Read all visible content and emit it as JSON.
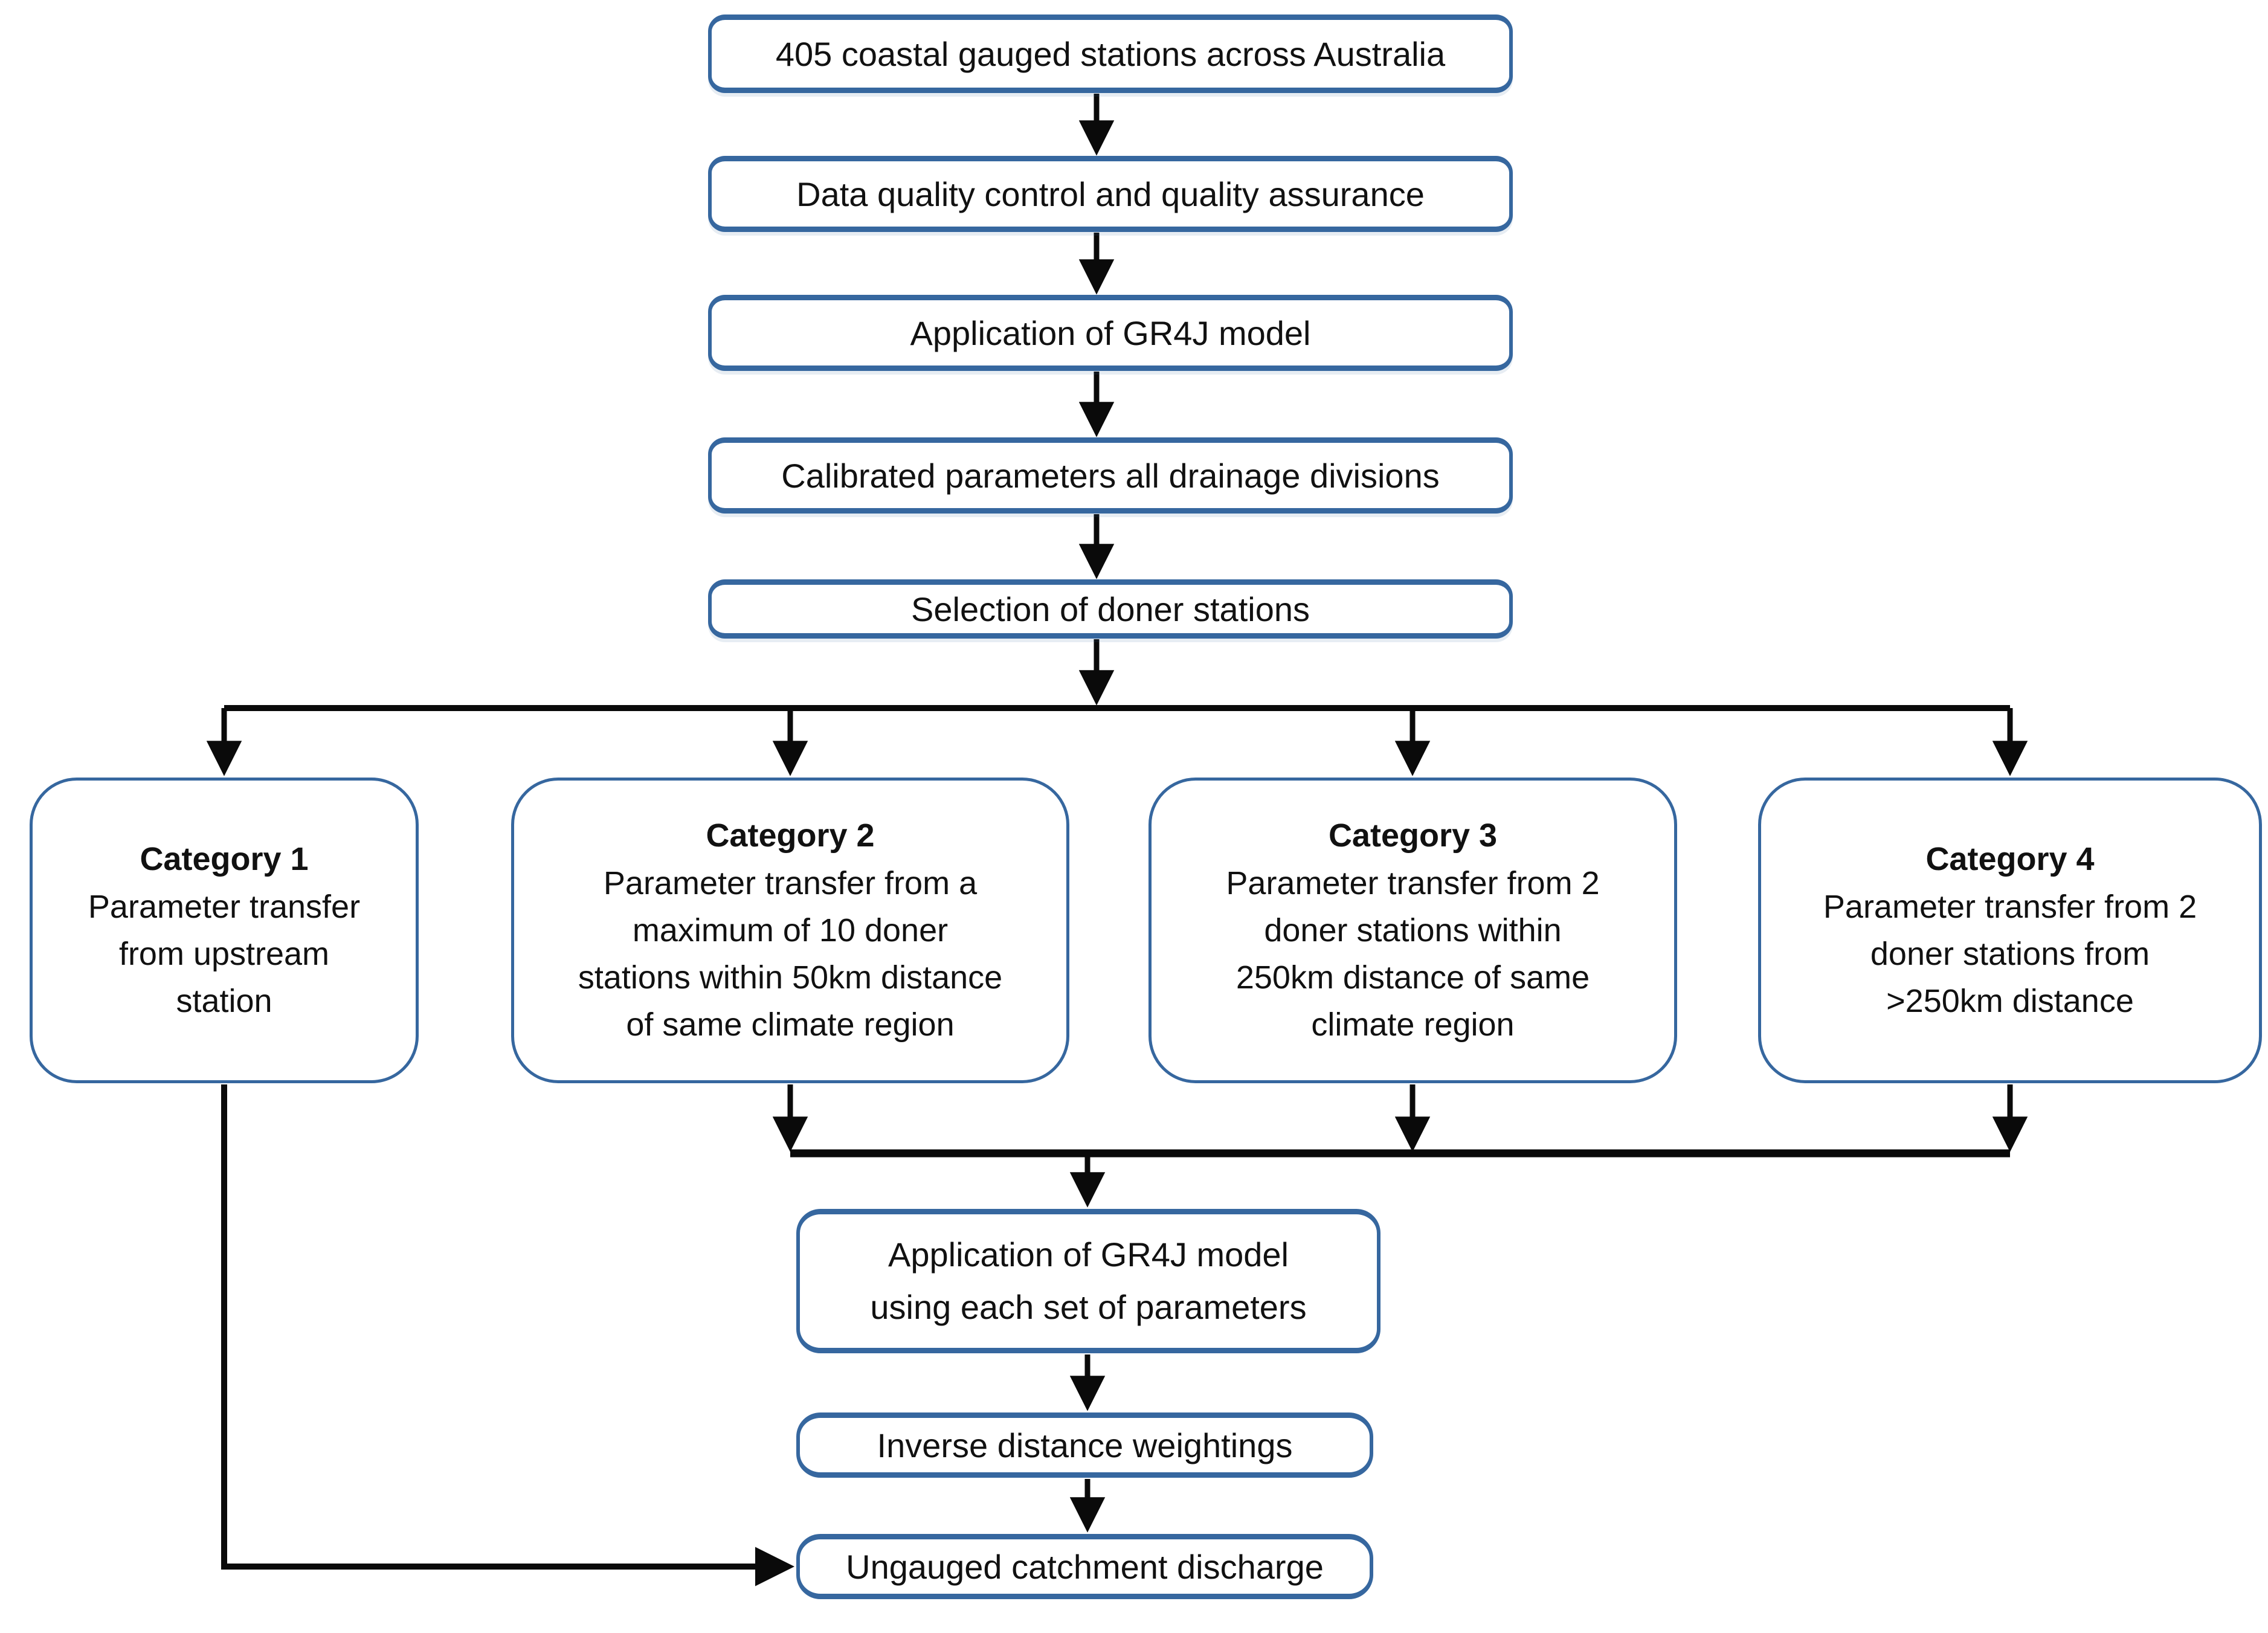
{
  "flow": {
    "top_chain": [
      {
        "label": "405 coastal gauged stations across Australia"
      },
      {
        "label": "Data quality control and quality assurance"
      },
      {
        "label": "Application of GR4J model"
      },
      {
        "label": "Calibrated parameters all drainage divisions"
      },
      {
        "label": "Selection of doner stations"
      }
    ],
    "categories": [
      {
        "title": "Category 1",
        "body": "Parameter transfer\nfrom upstream\nstation"
      },
      {
        "title": "Category 2",
        "body": "Parameter transfer from a\nmaximum of 10 doner\nstations within 50km distance\nof same climate region"
      },
      {
        "title": "Category 3",
        "body": "Parameter transfer from 2\ndoner stations within\n250km distance of same\nclimate region"
      },
      {
        "title": "Category 4",
        "body": "Parameter transfer from 2\ndoner stations from\n>250km distance"
      }
    ],
    "bottom_chain": [
      {
        "label": "Application of GR4J model\nusing each set of parameters"
      },
      {
        "label": "Inverse distance weightings"
      },
      {
        "label": "Ungauged catchment discharge"
      }
    ]
  },
  "colors": {
    "box_border": "#36679f",
    "connector": "#0a0a0a",
    "box_fill": "#ffffff",
    "text": "#111111",
    "background": "#ffffff"
  }
}
